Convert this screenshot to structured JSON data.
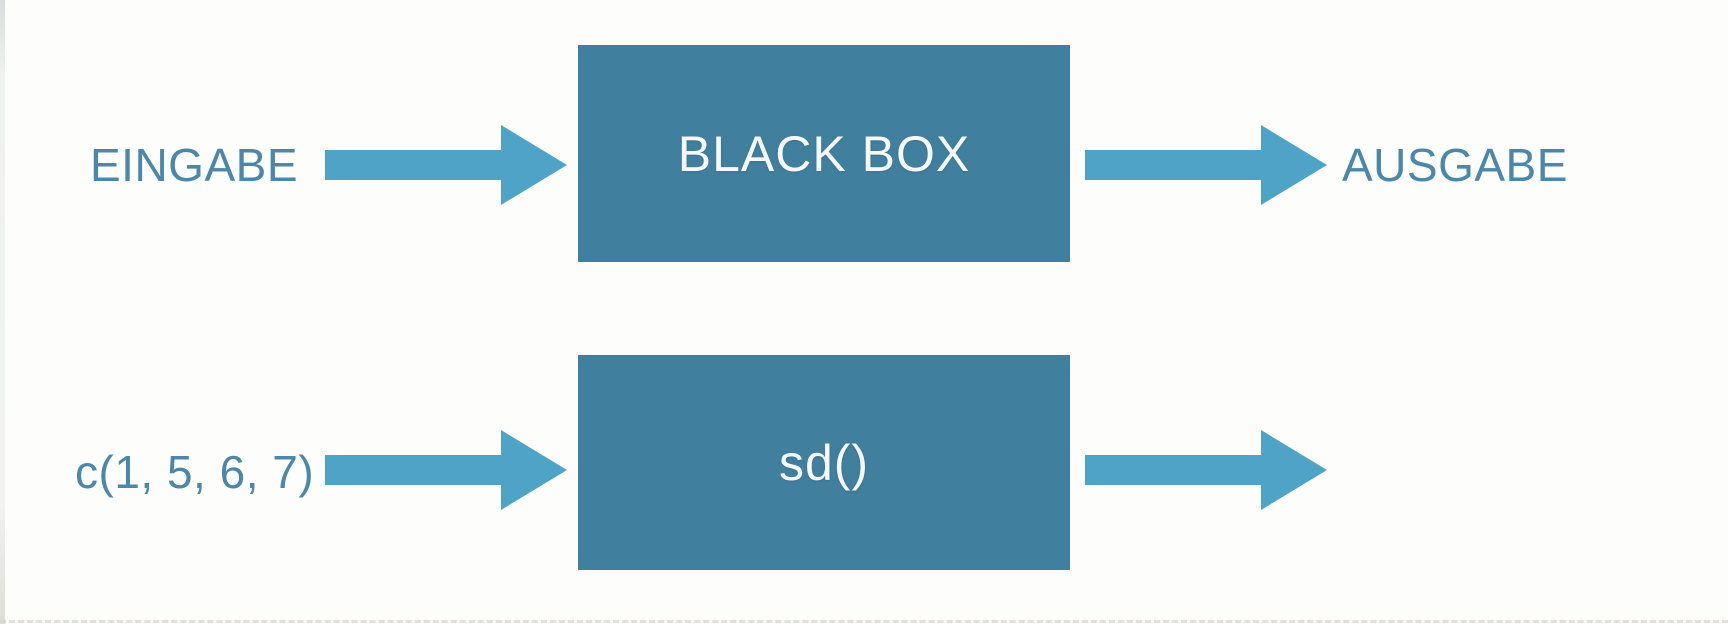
{
  "diagram": {
    "title_hint": "black box function diagram",
    "colors": {
      "background": "#fdfdfc",
      "box_fill": "#417f9e",
      "arrow_fill": "#4fa3c7",
      "label_text": "#4a87aa",
      "box_text": "#f6f9fb"
    },
    "rows": [
      {
        "input_label": "EINGABE",
        "box_label": "BLACK BOX",
        "output_label": "AUSGABE"
      },
      {
        "input_label": "c(1, 5, 6, 7)",
        "box_label": "sd()",
        "output_label": ""
      }
    ]
  }
}
